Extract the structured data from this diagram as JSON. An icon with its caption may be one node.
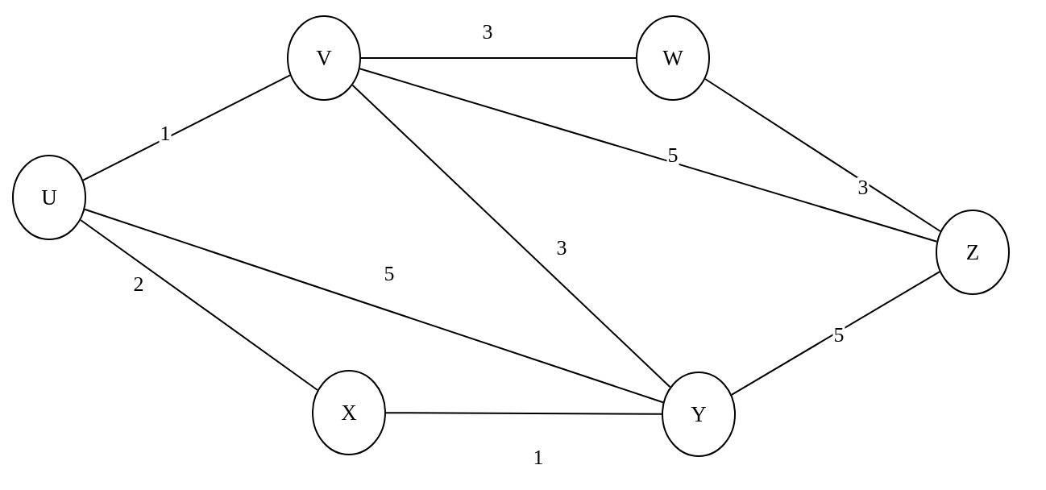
{
  "diagram": {
    "nodes": [
      {
        "text": [
          "U"
        ]
      },
      {
        "text": [
          "V"
        ]
      },
      {
        "text": [
          "W"
        ]
      },
      {
        "text": [
          "X"
        ]
      },
      {
        "text": [
          "Y"
        ]
      },
      {
        "text": [
          "Z"
        ]
      }
    ],
    "edges": [
      {
        "from": 0,
        "to": 1,
        "arrow": "none",
        "label": "1"
      },
      {
        "from": 0,
        "to": 3,
        "arrow": "none",
        "label": "2"
      },
      {
        "from": 0,
        "to": 4,
        "arrow": "none",
        "label": "5"
      },
      {
        "from": 1,
        "to": 2,
        "arrow": "none",
        "label": "3"
      },
      {
        "from": 1,
        "to": 4,
        "arrow": "none",
        "label": "3"
      },
      {
        "from": 1,
        "to": 5,
        "arrow": "none",
        "label": "5"
      },
      {
        "from": 2,
        "to": 5,
        "arrow": "none",
        "label": "3"
      },
      {
        "from": 3,
        "to": 4,
        "arrow": "none",
        "label": "1"
      },
      {
        "from": 4,
        "to": 5,
        "arrow": "none",
        "label": "5"
      }
    ]
  }
}
